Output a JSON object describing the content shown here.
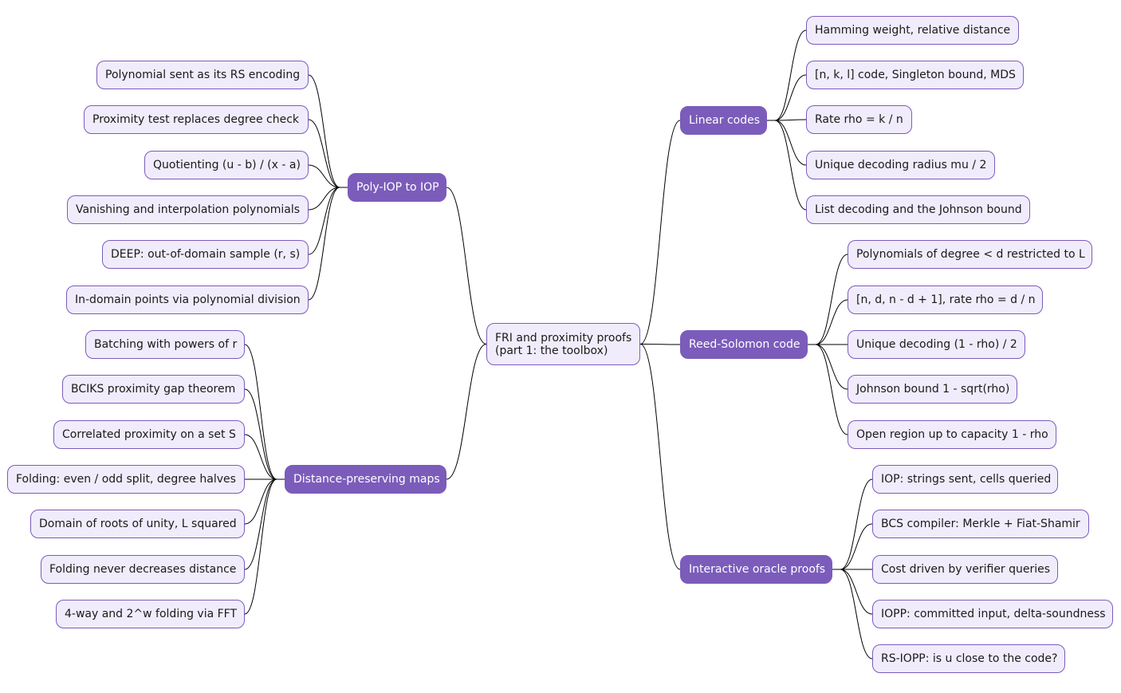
{
  "colors": {
    "branch_fill": "#7b5cbb",
    "leaf_fill": "#f1ecfb",
    "border": "#7b5cbb",
    "connector": "#000000"
  },
  "root": {
    "label": "FRI and proximity proofs\n(part 1: the toolbox)"
  },
  "branches": {
    "poly_iop": {
      "label": "Poly-IOP to IOP",
      "leaves": [
        "Polynomial sent as its RS encoding",
        "Proximity test replaces degree check",
        "Quotienting (u - b) / (x - a)",
        "Vanishing and interpolation polynomials",
        "DEEP: out-of-domain sample (r, s)",
        "In-domain points via polynomial division"
      ]
    },
    "distance_maps": {
      "label": "Distance-preserving maps",
      "leaves": [
        "Batching with powers of r",
        "BCIKS proximity gap theorem",
        "Correlated proximity on a set S",
        "Folding: even / odd split, degree halves",
        "Domain of roots of unity, L squared",
        "Folding never decreases distance",
        "4-way and 2^w folding via FFT"
      ]
    },
    "linear_codes": {
      "label": "Linear codes",
      "leaves": [
        "Hamming weight, relative distance",
        "[n, k, l] code, Singleton bound, MDS",
        "Rate rho = k / n",
        "Unique decoding radius mu / 2",
        "List decoding and the Johnson bound"
      ]
    },
    "reed_solomon": {
      "label": "Reed-Solomon code",
      "leaves": [
        "Polynomials of degree < d restricted to L",
        "[n, d, n - d + 1], rate rho = d / n",
        "Unique decoding (1 - rho) / 2",
        "Johnson bound 1 - sqrt(rho)",
        "Open region up to capacity 1 - rho"
      ]
    },
    "iop": {
      "label": "Interactive oracle proofs",
      "leaves": [
        "IOP: strings sent, cells queried",
        "BCS compiler: Merkle + Fiat-Shamir",
        "Cost driven by verifier queries",
        "IOPP: committed input, delta-soundness",
        "RS-IOPP: is u close to the code?"
      ]
    }
  }
}
